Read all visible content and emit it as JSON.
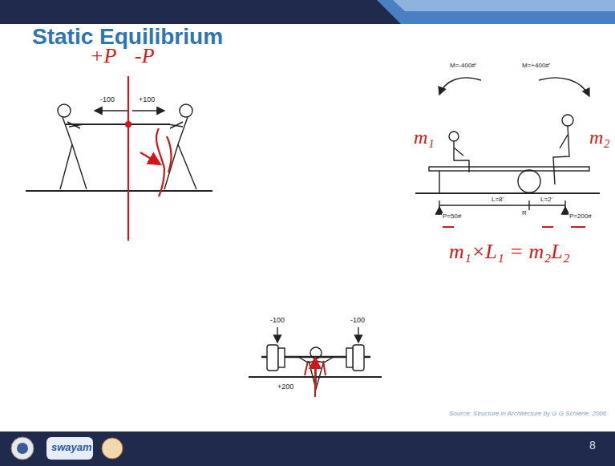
{
  "diagram": {
    "title": "Static Equilibrium",
    "labels": [
      "+P",
      "-P",
      "-100",
      "+100",
      "M=-400#'",
      "M=+400#'",
      "m₁",
      "m₂",
      "P=50#",
      "L=8'",
      "R",
      "L=2'",
      "P=200#",
      "m₁×L₁ = m₂L₂",
      "-100",
      "-100",
      "+200",
      "Source: Structure in Architecture by G G Schierle, 2006",
      "swayam",
      "8"
    ]
  }
}
